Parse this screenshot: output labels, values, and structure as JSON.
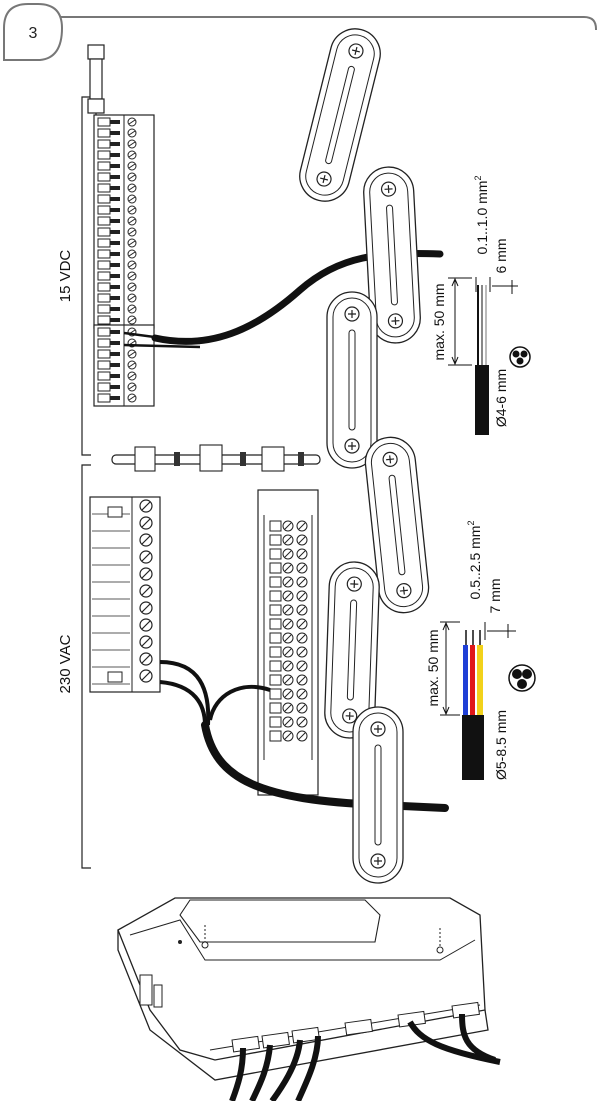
{
  "step": {
    "number": "3"
  },
  "sections": {
    "dc": {
      "label": "15 VDC"
    },
    "ac": {
      "label": "230 VAC"
    }
  },
  "cable_specs": {
    "dc": {
      "cross_section": "0.1..1.0 mm",
      "cross_section_exp": "2",
      "strip_length": "6 mm",
      "max_length": "max. 50 mm",
      "diameter": "Ø4-6 mm"
    },
    "ac": {
      "cross_section": "0.5..2.5 mm",
      "cross_section_exp": "2",
      "strip_length": "7 mm",
      "max_length": "max. 50 mm",
      "diameter": "Ø5-8.5 mm"
    }
  },
  "colors": {
    "line": "#1a1a1a",
    "frame": "#777777",
    "wire_blue": "#1f3fd6",
    "wire_red": "#e01818",
    "wire_yellow": "#f2d21b",
    "wire_gray": "#9a9a9a"
  }
}
